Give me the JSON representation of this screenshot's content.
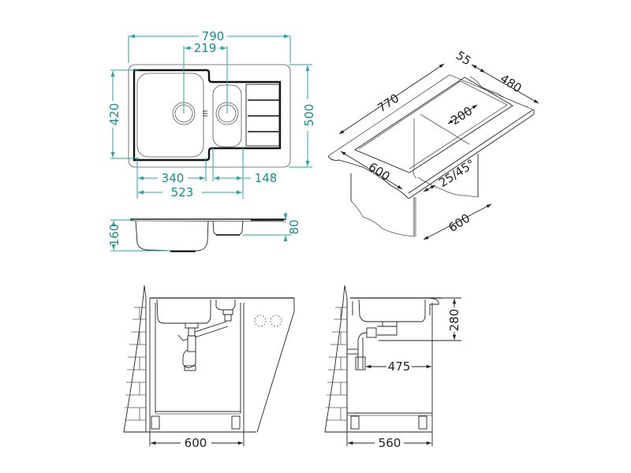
{
  "colors": {
    "dimension_teal": "#2aa3a3",
    "dimension_text": "#1a8d8d",
    "line_dark": "#222222",
    "background": "#ffffff"
  },
  "top_view": {
    "overall_width": "790",
    "bowl_spacing": "219",
    "bowl_depth": "420",
    "overall_depth": "500",
    "main_bowl_width": "340",
    "small_bowl_width": "148",
    "bowls_total_width": "523"
  },
  "side_view": {
    "main_bowl_height": "160",
    "small_bowl_height": "80"
  },
  "iso_view": {
    "cutout_length": "770",
    "edge_offset": "55",
    "cutout_depth": "480",
    "bowl_offset": "200",
    "worktop_depth": "600",
    "edge_radius": "25/45°",
    "cabinet_width": "600"
  },
  "front_install_view": {
    "cabinet_width": "600"
  },
  "side_install_view": {
    "bowl_install_depth": "280",
    "drain_distance": "475",
    "cabinet_depth": "560"
  }
}
